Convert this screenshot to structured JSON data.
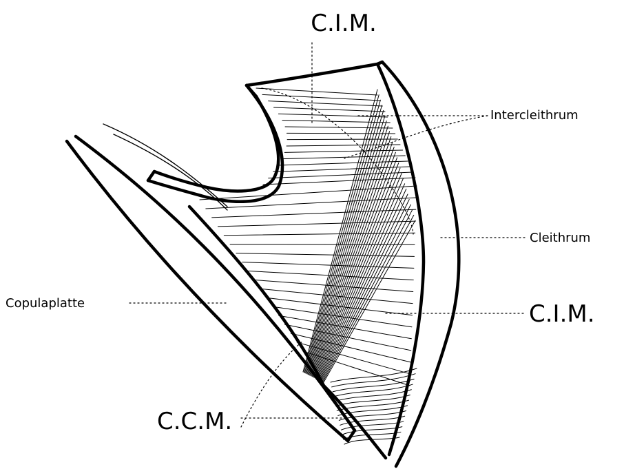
{
  "labels": {
    "cim_top": "C.I.M.",
    "intercleithrum": "Intercleithrum",
    "cleithrum": "Cleithrum",
    "cim_right": "C.I.M.",
    "copulaplatte": "Copulaplatte",
    "ccm": "C.C.M."
  }
}
